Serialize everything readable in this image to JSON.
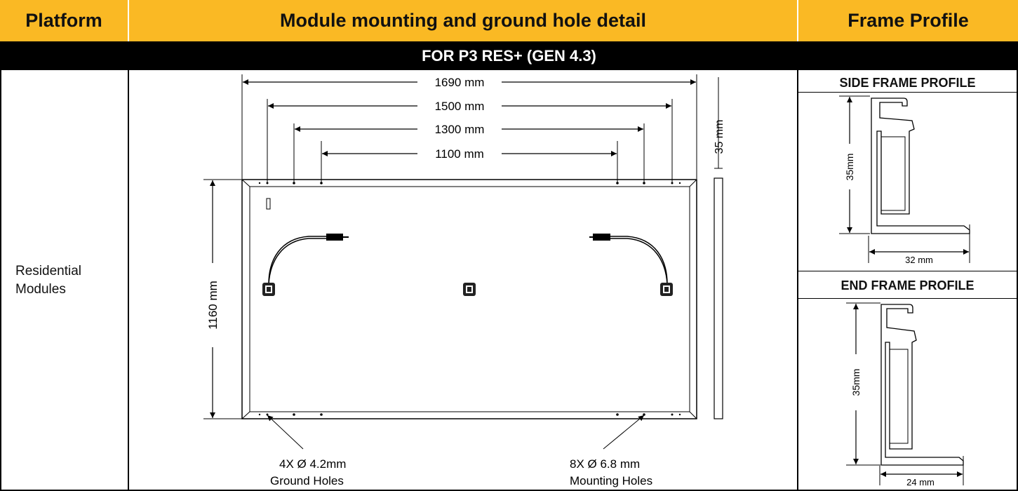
{
  "headers": {
    "platform": "Platform",
    "detail": "Module mounting and ground hole detail",
    "frame_profile": "Frame Profile"
  },
  "band": {
    "title": "FOR P3 RES+ (GEN 4.3)"
  },
  "platform": {
    "line1": "Residential",
    "line2": "Modules"
  },
  "module_drawing": {
    "dim_1690": "1690 mm",
    "dim_1500": "1500 mm",
    "dim_1300": "1300 mm",
    "dim_1100": "1100 mm",
    "dim_height": "1160 mm",
    "dim_thickness": "35 mm",
    "ground_holes_line1": "4X Ø 4.2mm",
    "ground_holes_line2": "Ground Holes",
    "mounting_holes_line1": "8X Ø 6.8 mm",
    "mounting_holes_line2": "Mounting Holes"
  },
  "side_profile": {
    "title": "SIDE FRAME PROFILE",
    "height_label": "35mm",
    "width_label": "32 mm"
  },
  "end_profile": {
    "title": "END FRAME PROFILE",
    "height_label": "35mm",
    "width_label": "24 mm"
  },
  "colors": {
    "header_bg": "#FAB924",
    "band_bg": "#000000",
    "line": "#000000"
  }
}
